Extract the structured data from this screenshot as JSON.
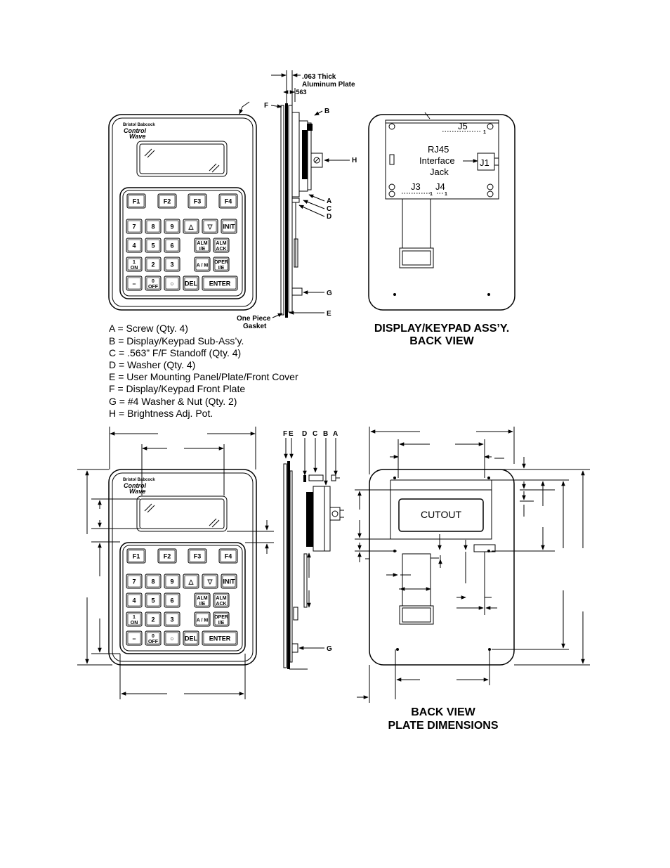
{
  "colors": {
    "line": "#000000",
    "background": "#ffffff",
    "keypad_gray": "#d9d9d9"
  },
  "top_side": {
    "thickness_label_1": ".063 Thick",
    "thickness_label_2": "Aluminum Plate",
    "standoff_label": ".563",
    "letter_f": "F",
    "letter_b": "B",
    "letter_h": "H",
    "letter_a": "A",
    "letter_c": "C",
    "letter_d": "D",
    "letter_g": "G",
    "letter_e": "E",
    "gasket_1": "One Piece",
    "gasket_2": "Gasket"
  },
  "front_panel": {
    "brand": "Bristol Babcock",
    "logo_1": "Control",
    "logo_2": "Wave",
    "fkeys": [
      "F1",
      "F2",
      "F3",
      "F4"
    ],
    "row1": [
      "7",
      "8",
      "9"
    ],
    "row2": [
      "4",
      "5",
      "6"
    ],
    "row3": [
      "2",
      "3"
    ],
    "key_1": "1",
    "key_on": "ON",
    "key_0": "0",
    "key_off": "OFF",
    "key_minus": "–",
    "key_dot": "○",
    "key_del": "DEL",
    "key_enter": "ENTER",
    "key_init": "INIT",
    "key_up": "△",
    "key_down": "▽",
    "key_alm": "ALM",
    "key_ie": "I/E",
    "key_ack": "ACK",
    "key_am": "A / M",
    "key_oper": "OPER"
  },
  "back_view": {
    "j5": "J5",
    "j5_pin": "1",
    "rj45_1": "RJ45",
    "rj45_2": "Interface",
    "rj45_3": "Jack",
    "j1": "J1",
    "j3": "J3",
    "j4": "J4",
    "j3_pin": "1",
    "j4_pin": "1",
    "title_1": "DISPLAY/KEYPAD ASS’Y.",
    "title_2": "BACK VIEW"
  },
  "legend": [
    "A = Screw (Qty. 4)",
    "B = Display/Keypad Sub-Ass’y.",
    "C = .563” F/F Standoff (Qty. 4)",
    "D = Washer (Qty. 4)",
    "E = User Mounting Panel/Plate/Front Cover",
    "F = Display/Keypad Front Plate",
    "G = #4 Washer & Nut (Qty. 2)",
    "H = Brightness Adj. Pot."
  ],
  "bottom_side": {
    "letters": [
      "F",
      "E",
      "D",
      "C",
      "B",
      "A"
    ],
    "letter_g": "G"
  },
  "plate_view": {
    "cutout": "CUTOUT",
    "title_1": "BACK VIEW",
    "title_2": "PLATE DIMENSIONS"
  }
}
